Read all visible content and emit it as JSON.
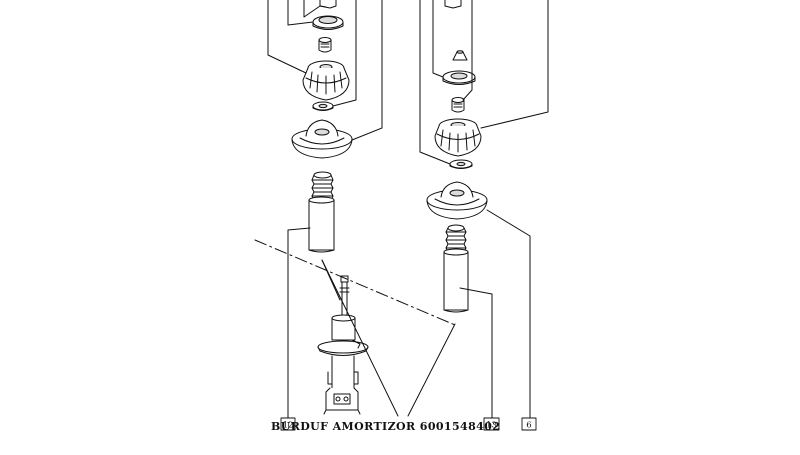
{
  "caption": {
    "prefix": "BURDUF AMORTIZOR",
    "part_number": "6001548402"
  },
  "callouts": [
    {
      "id": "callout-12",
      "number": "12"
    },
    {
      "id": "callout-13",
      "number": "13"
    },
    {
      "id": "callout-6",
      "number": "6"
    }
  ],
  "colors": {
    "line": "#111111",
    "part_fill": "#ffffff",
    "part_shade": "#dcdcdc",
    "background": "#ffffff"
  }
}
